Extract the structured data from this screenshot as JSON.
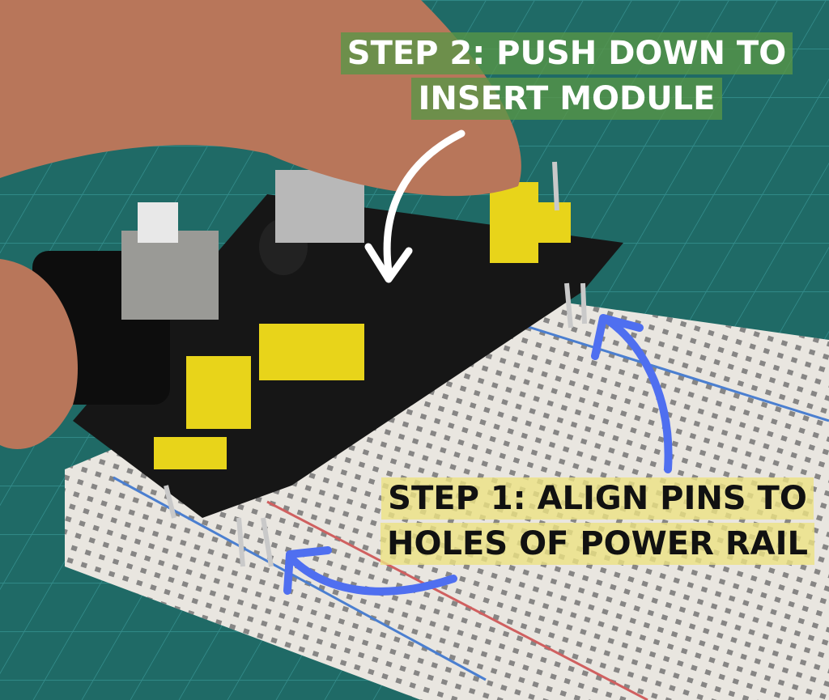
{
  "captions": {
    "step2": {
      "line1": "STEP 2: PUSH DOWN TO",
      "line2": "INSERT MODULE",
      "background": "#5a9646",
      "text_color": "#ffffff"
    },
    "step1": {
      "line1": "STEP 1: ALIGN PINS TO",
      "line2": "HOLES OF POWER RAIL",
      "background": "#ece282",
      "text_color": "#111111"
    }
  },
  "colors": {
    "arrow_white": "#ffffff",
    "arrow_blue": "#4f6ff0"
  }
}
